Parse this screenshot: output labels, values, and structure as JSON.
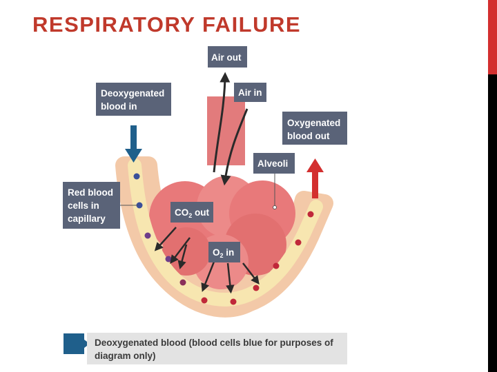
{
  "slide": {
    "title": "RESPIRATORY FAILURE",
    "accent_color": "#c0392b"
  },
  "diagram": {
    "labels": {
      "air_out": "Air out",
      "air_in": "Air in",
      "deoxygenated_line1": "Deoxygenated",
      "deoxygenated_line2": "blood in",
      "oxygenated_line1": "Oxygenated",
      "oxygenated_line2": "blood out",
      "alveoli": "Alveoli",
      "red_cells_line1": "Red blood",
      "red_cells_line2": "cells in",
      "red_cells_line3": "capillary",
      "co2_out": "CO",
      "co2_sub": "2",
      "co2_suffix": " out",
      "o2_in": "O",
      "o2_sub": "2",
      "o2_suffix": " in"
    },
    "legend": {
      "line1": "Deoxygenated blood (blood cells blue for purposes of",
      "line2": "diagram only)",
      "swatch_color": "#1f5f8b"
    },
    "colors": {
      "label_box": "#5a6378",
      "deoxy_arrow": "#1f5f8b",
      "oxy_arrow": "#d32f2f",
      "alveoli": "#e8797a",
      "capillary": "#f7e6b0",
      "capillary_edge": "#f3c9a8",
      "blue_cell": "#3a4f9a",
      "purple_cell": "#6d3d8a",
      "red_cell": "#c0283a"
    }
  }
}
